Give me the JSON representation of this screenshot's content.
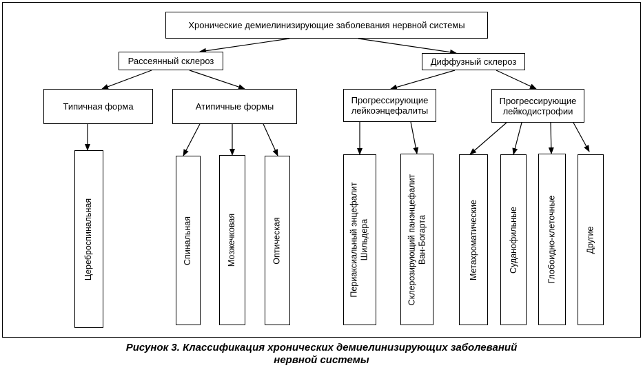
{
  "root": {
    "label": "Хронические демиелинизирующие заболевания нервной системы"
  },
  "groups": {
    "ms": {
      "label": "Рассеянный склероз"
    },
    "diffuse": {
      "label": "Диффузный склероз"
    }
  },
  "subgroups": {
    "typical": {
      "label": "Типичная форма"
    },
    "atypical": {
      "label": "Атипичные формы"
    },
    "leukoencephalitis": {
      "label": "Прогрессирующие\nлейкоэнцефалиты"
    },
    "leukodystrophy": {
      "label": "Прогрессирующие\nлейкодистрофии"
    }
  },
  "leaves": {
    "cerebrospinal": {
      "label": "Цереброспинальная"
    },
    "spinal": {
      "label": "Спинальная"
    },
    "cerebellar": {
      "label": "Мозжечковая"
    },
    "optic": {
      "label": "Оптическая"
    },
    "schilder": {
      "label": "Периаксиальный энцефалит\nШильдера"
    },
    "van_bogaert": {
      "label": "Склерозирующий панэнцефалит\nВан-Богарта"
    },
    "metachromatic": {
      "label": "Метахроматические"
    },
    "sudanophilic": {
      "label": "Суданофильные"
    },
    "globoid": {
      "label": "Глобоидно-клеточные"
    },
    "other": {
      "label": "Другие"
    }
  },
  "caption": {
    "text": "Рисунок 3. Классификация хронических демиелинизирующих заболеваний\nнервной системы"
  }
}
